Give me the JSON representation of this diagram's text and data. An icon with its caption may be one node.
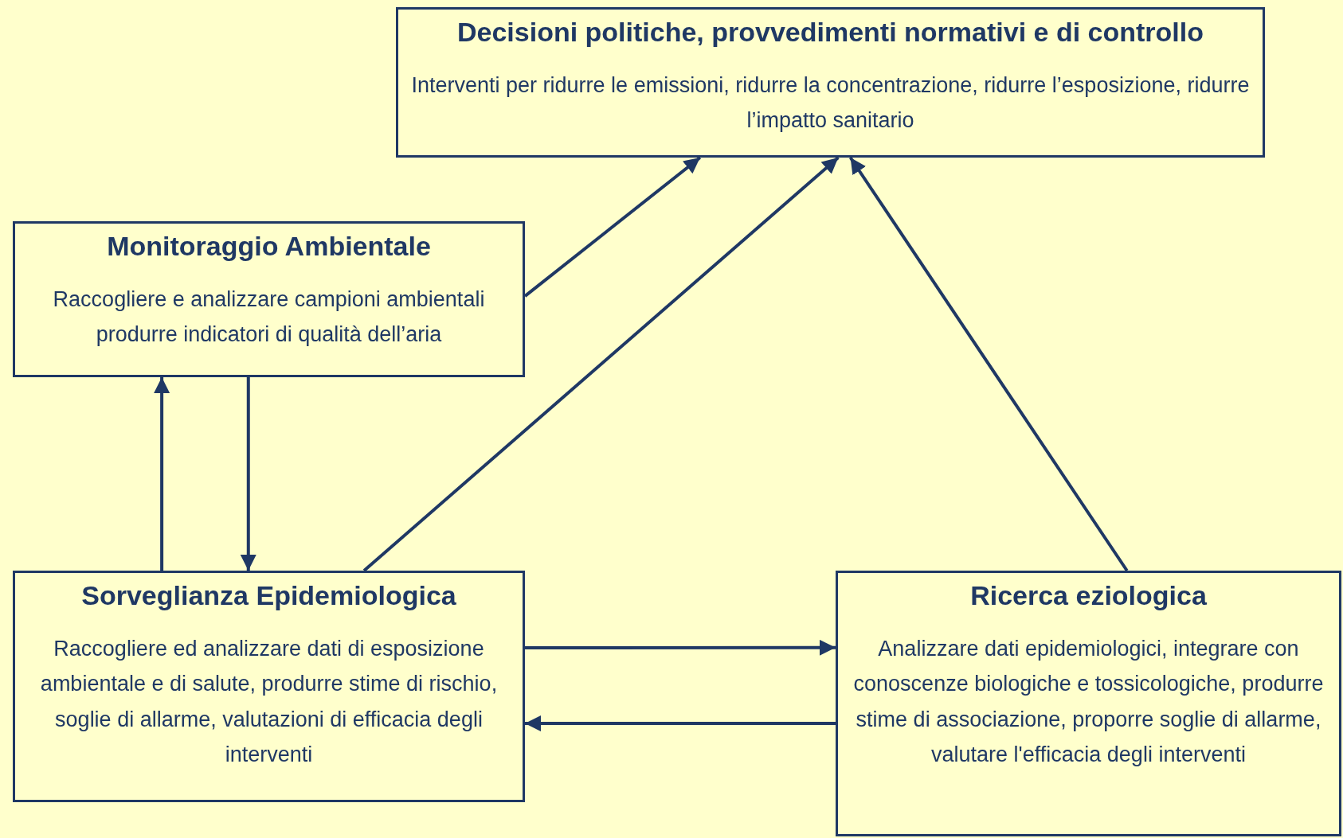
{
  "diagram": {
    "nodes": [
      {
        "text": [
          "Decisioni politiche, provvedimenti normativi e di controllo",
          "Interventi per ridurre le emissioni, ridurre la concentrazione, ridurre l’esposizione, ridurre l’impatto sanitario"
        ]
      },
      {
        "text": [
          "Monitoraggio Ambientale",
          "Raccogliere e analizzare campioni ambientali produrre indicatori di qualità dell’aria"
        ]
      },
      {
        "text": [
          "Sorveglianza Epidemiologica",
          "Raccogliere ed analizzare dati di esposizione ambientale e di salute, produrre stime di rischio, soglie di allarme, valutazioni di efficacia degli interventi"
        ]
      },
      {
        "text": [
          "Ricerca eziologica",
          "Analizzare dati epidemiologici, integrare con conoscenze biologiche e tossicologiche, produrre stime di associazione, proporre soglie di allarme, valutare l'efficacia degli interventi"
        ]
      }
    ],
    "edges": [
      {
        "from": 1,
        "to": 0,
        "arrow": "to"
      },
      {
        "from": 2,
        "to": 0,
        "arrow": "to"
      },
      {
        "from": 3,
        "to": 0,
        "arrow": "to"
      },
      {
        "from": 2,
        "to": 1,
        "arrow": "to"
      },
      {
        "from": 1,
        "to": 2,
        "arrow": "to"
      },
      {
        "from": 2,
        "to": 3,
        "arrow": "to"
      },
      {
        "from": 3,
        "to": 2,
        "arrow": "to"
      }
    ]
  }
}
